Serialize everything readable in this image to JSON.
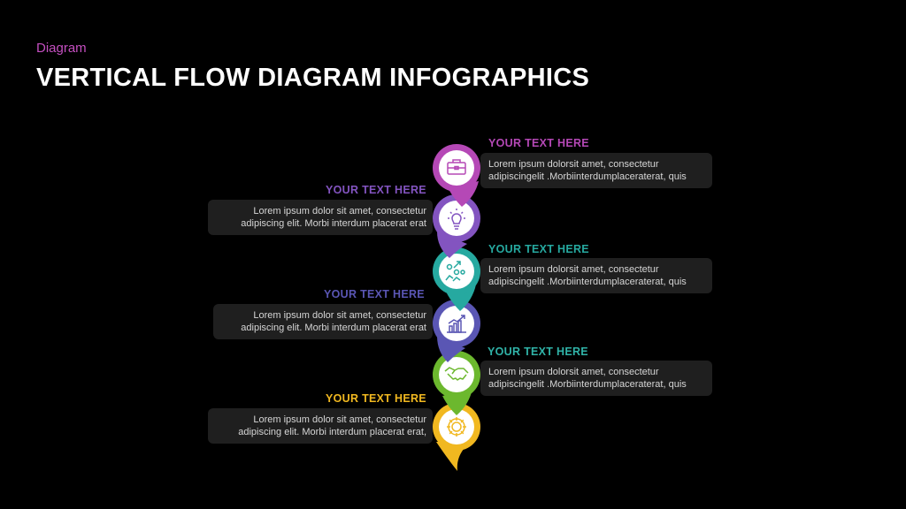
{
  "header": {
    "subtitle": "Diagram",
    "title": "VERTICAL FLOW DIAGRAM INFOGRAPHICS"
  },
  "steps": [
    {
      "side": "right",
      "heading": "YOUR TEXT HERE",
      "line1": "Lorem ipsum dolorsit amet, consectetur",
      "line2": "adipiscingelit .Morbiinterdumplaceraterat, quis",
      "color": "#b548b6",
      "icon": "briefcase-icon"
    },
    {
      "side": "left",
      "heading": "YOUR TEXT HERE",
      "line1": "Lorem ipsum dolor sit amet, consectetur",
      "line2": "adipiscing elit. Morbi interdum placerat erat",
      "color": "#8354c0",
      "icon": "lightbulb-icon"
    },
    {
      "side": "right",
      "heading": "YOUR TEXT HERE",
      "line1": "Lorem ipsum dolorsit amet, consectetur",
      "line2": "adipiscingelit .Morbiinterdumplaceraterat, quis",
      "color": "#26a9a0",
      "icon": "team-growth-icon"
    },
    {
      "side": "left",
      "heading": "YOUR TEXT HERE",
      "line1": "Lorem ipsum dolor sit amet, consectetur",
      "line2": "adipiscing elit. Morbi interdum placerat erat",
      "color": "#5a56b4",
      "icon": "growth-chart-icon"
    },
    {
      "side": "right",
      "heading": "YOUR TEXT HERE",
      "line1": "Lorem ipsum dolorsit amet, consectetur",
      "line2": "adipiscingelit .Morbiinterdumplaceraterat, quis",
      "color": "#6cb82e",
      "heading_color": "#30b3a8",
      "icon": "handshake-icon"
    },
    {
      "side": "left",
      "heading": "YOUR TEXT HERE",
      "line1": "Lorem ipsum dolor sit amet, consectetur",
      "line2": "adipiscing elit. Morbi interdum placerat erat,",
      "color": "#f1b820",
      "icon": "gear-icon"
    }
  ]
}
